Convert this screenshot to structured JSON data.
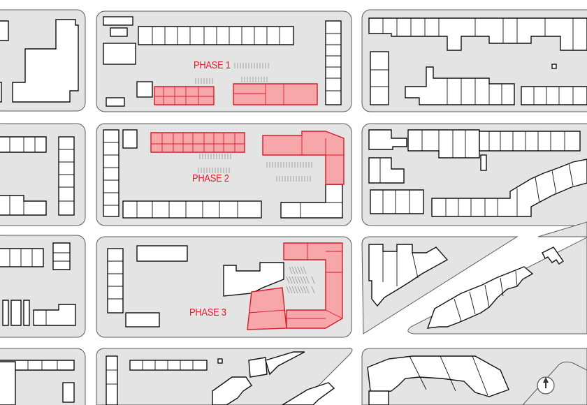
{
  "phases": [
    {
      "id": "phase-1",
      "label": "PHASE 1"
    },
    {
      "id": "phase-2",
      "label": "PHASE 2"
    },
    {
      "id": "phase-3",
      "label": "PHASE 3"
    }
  ],
  "colors": {
    "phase_fill": "#f7a7aa",
    "phase_stroke": "#d91b2a",
    "block_fill": "#e4e4e4",
    "building_fill": "#ffffff",
    "building_stroke": "#111111",
    "street": "#ffffff"
  },
  "icons": {
    "north_arrow": "north-arrow-icon"
  }
}
